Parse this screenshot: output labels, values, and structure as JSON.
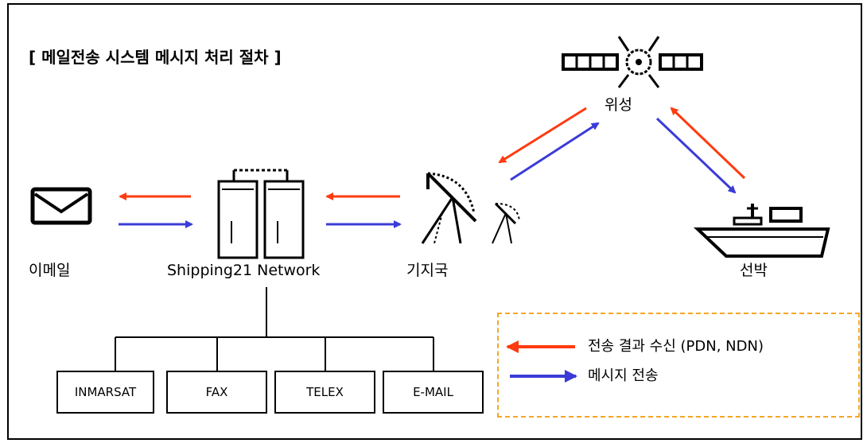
{
  "title": "[ 메일전송 시스템 메시지 처리 절차 ]",
  "nodes": {
    "email": "이메일",
    "network": "Shipping21 Network",
    "base_station": "기지국",
    "satellite": "위성",
    "ship": "선박"
  },
  "subsystems": [
    "INMARSAT",
    "FAX",
    "TELEX",
    "E-MAIL"
  ],
  "legend": {
    "result": "전송 결과 수신 (PDN, NDN)",
    "message": "메시지 전송"
  },
  "colors": {
    "result_arrow": "#ff3b10",
    "message_arrow": "#3b3bd8",
    "legend_border": "#f5a623"
  }
}
